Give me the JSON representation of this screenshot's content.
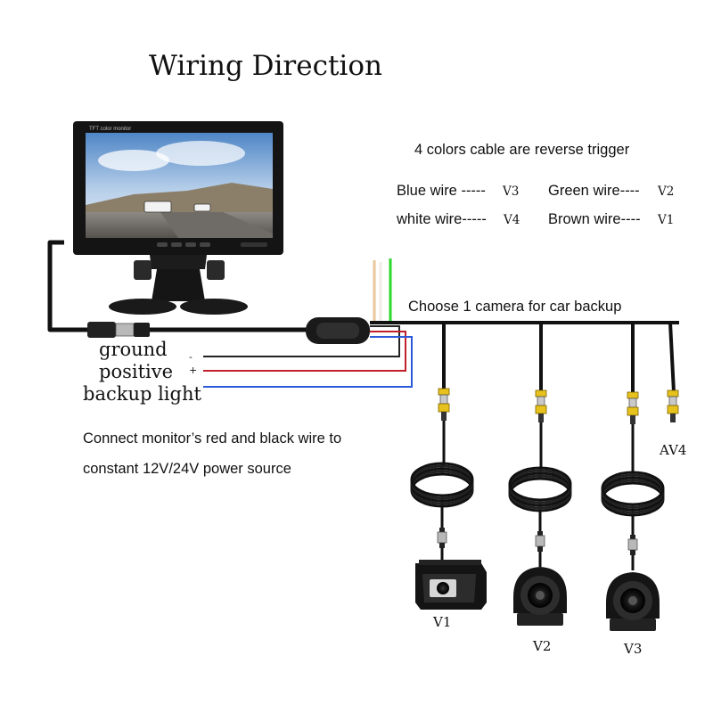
{
  "title": "Wiring Direction",
  "monitor": {
    "screen_caption": "TFT color monitor"
  },
  "trigger_note": "4 colors cable are reverse trigger",
  "legend": [
    {
      "wire": "Blue wire -----",
      "channel": "V3"
    },
    {
      "wire": "Green wire----",
      "channel": "V2"
    },
    {
      "wire": "white wire-----",
      "channel": "V4"
    },
    {
      "wire": "Brown wire----",
      "channel": "V1"
    }
  ],
  "backup_note": "Choose 1 camera for car backup",
  "power_wires": [
    {
      "label": "ground",
      "sign": "-",
      "color": "#222222"
    },
    {
      "label": "positive",
      "sign": "+",
      "color": "#c0202a"
    },
    {
      "label": "backup light",
      "sign": "",
      "color": "#2b5bd8"
    }
  ],
  "power_note_line1": "Connect monitor’s red and black wire to",
  "power_note_line2": "constant 12V/24V power source",
  "cameras": [
    {
      "label": "V1",
      "type": "box-camera"
    },
    {
      "label": "V2",
      "type": "dome-camera"
    },
    {
      "label": "V3",
      "type": "dome-camera"
    }
  ],
  "spare_input": {
    "label": "AV4"
  },
  "wire_colors": {
    "brown": "#e8c79a",
    "green": "#2bd82b",
    "blue": "#2b5bd8",
    "red": "#c0202a",
    "connector_yellow": "#e8c21c"
  }
}
